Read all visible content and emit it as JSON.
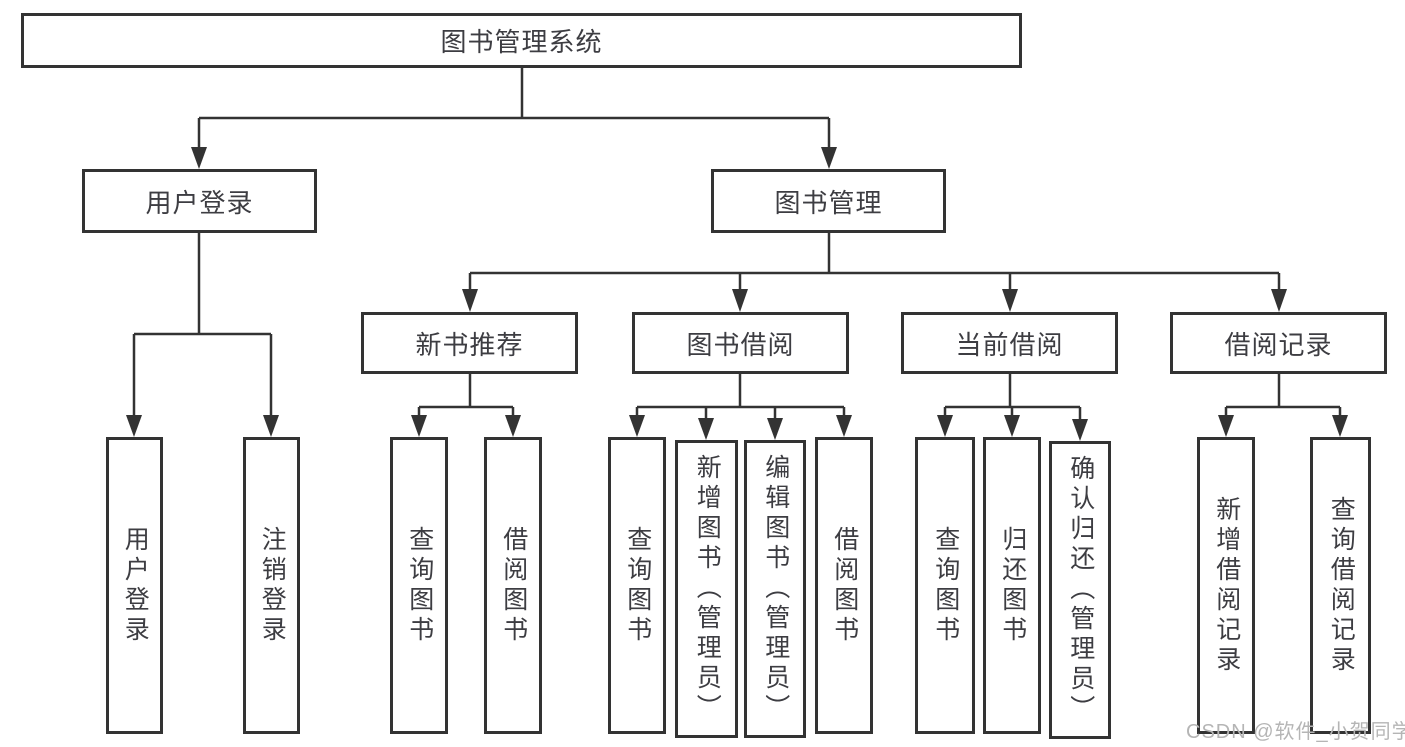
{
  "diagram": {
    "title": "图书管理系统",
    "watermark": "CSDN @软件_小贺同学",
    "colors": {
      "line": "#333333",
      "text": "#3d3d42",
      "watermark": "#b5b5b5",
      "background": "#ffffff"
    },
    "tree": {
      "label": "图书管理系统",
      "children": [
        {
          "label": "用户登录",
          "children": [
            {
              "label": "用户登录"
            },
            {
              "label": "注销登录"
            }
          ]
        },
        {
          "label": "图书管理",
          "children": [
            {
              "label": "新书推荐",
              "children": [
                {
                  "label": "查询图书"
                },
                {
                  "label": "借阅图书"
                }
              ]
            },
            {
              "label": "图书借阅",
              "children": [
                {
                  "label": "查询图书"
                },
                {
                  "label": "新增图书（管理员）"
                },
                {
                  "label": "编辑图书（管理员）"
                },
                {
                  "label": "借阅图书"
                }
              ]
            },
            {
              "label": "当前借阅",
              "children": [
                {
                  "label": "查询图书"
                },
                {
                  "label": "归还图书"
                },
                {
                  "label": "确认归还（管理员）"
                }
              ]
            },
            {
              "label": "借阅记录",
              "children": [
                {
                  "label": "新增借阅记录"
                },
                {
                  "label": "查询借阅记录"
                }
              ]
            }
          ]
        }
      ]
    }
  }
}
